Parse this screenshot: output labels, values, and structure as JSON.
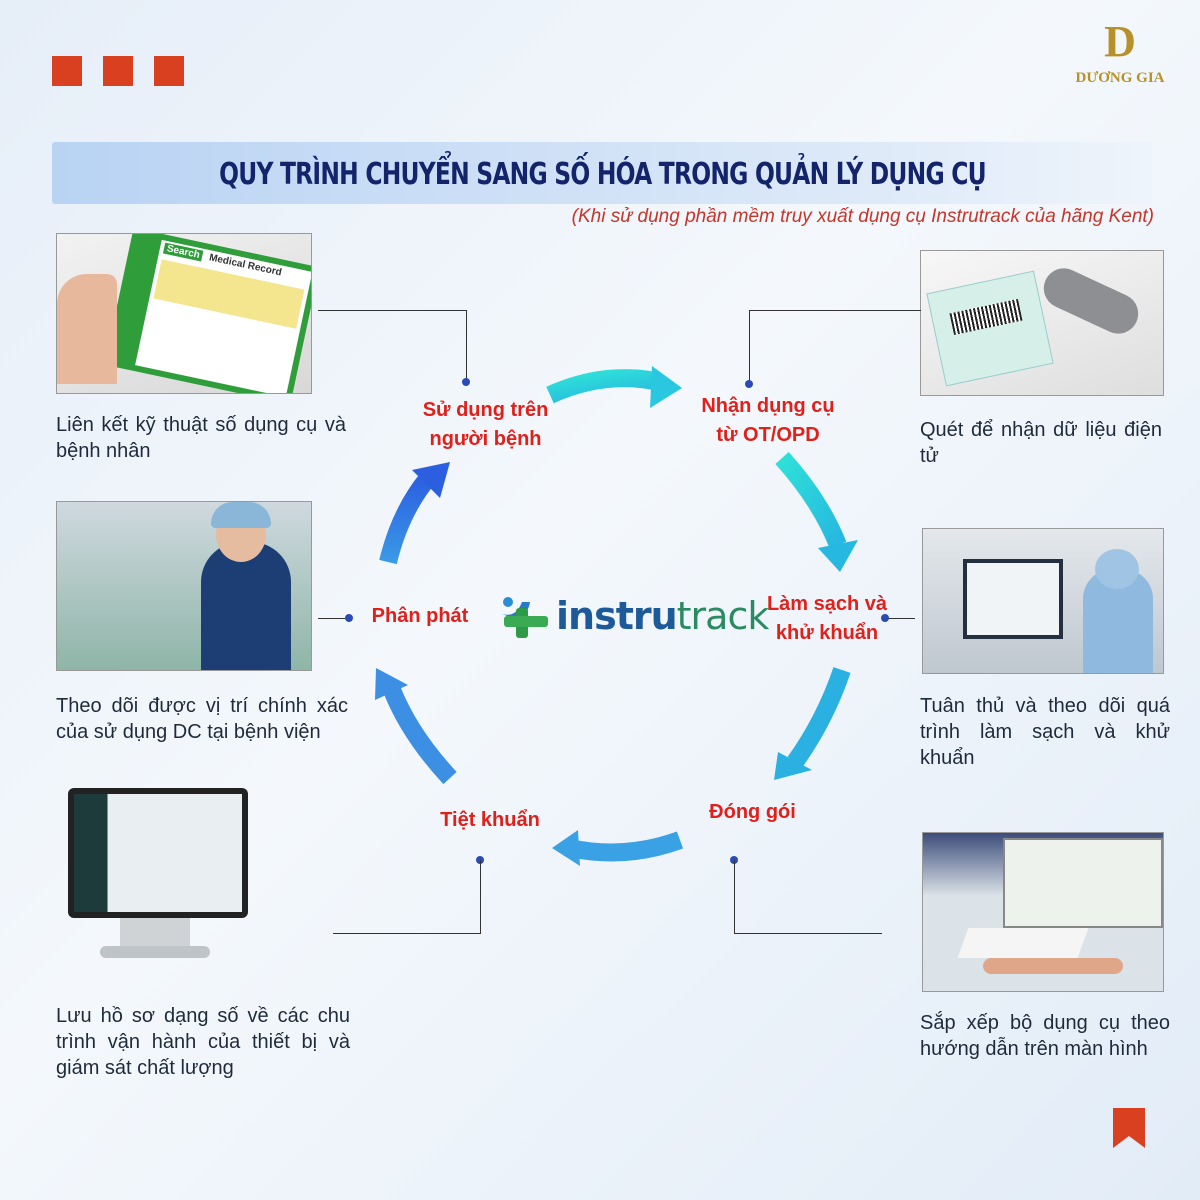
{
  "brand": {
    "logo_letter": "D",
    "logo_name": "DƯƠNG GIA",
    "colors": {
      "accent": "#d9401f",
      "title": "#13246b",
      "step": "#e0201b"
    }
  },
  "header": {
    "title": "QUY TRÌNH CHUYỂN SANG SỐ HÓA TRONG QUẢN LÝ DỤNG CỤ",
    "subtitle": "(Khi sử dụng phần mềm truy xuất dụng cụ Instrutrack của hãng Kent)"
  },
  "center": {
    "logo_part1": "instru",
    "logo_part2": "track"
  },
  "steps": [
    {
      "label": "Nhận dụng cụ từ OT/OPD"
    },
    {
      "label": "Làm sạch và khử khuẩn"
    },
    {
      "label": "Đóng gói"
    },
    {
      "label": "Tiệt khuẩn"
    },
    {
      "label": "Phân phát"
    },
    {
      "label": "Sử dụng trên người bệnh"
    }
  ],
  "captions": {
    "top_left": "Liên kết kỹ thuật số dụng cụ và bệnh nhân",
    "mid_left": "Theo dõi được vị trí chính xác của sử dụng DC tại bệnh viện",
    "bottom_left": "Lưu hồ sơ dạng số về các chu trình vận hành của thiết bị và giám sát chất lượng",
    "top_right": "Quét để nhận dữ liệu điện tử",
    "mid_right": "Tuân thủ và theo dõi quá trình làm sạch và khử khuẩn",
    "bottom_right": "Sắp xếp bộ dụng cụ theo hướng dẫn trên màn hình"
  },
  "photo_text": {
    "tablet_title": "Medical Record",
    "tablet_search": "Search"
  }
}
